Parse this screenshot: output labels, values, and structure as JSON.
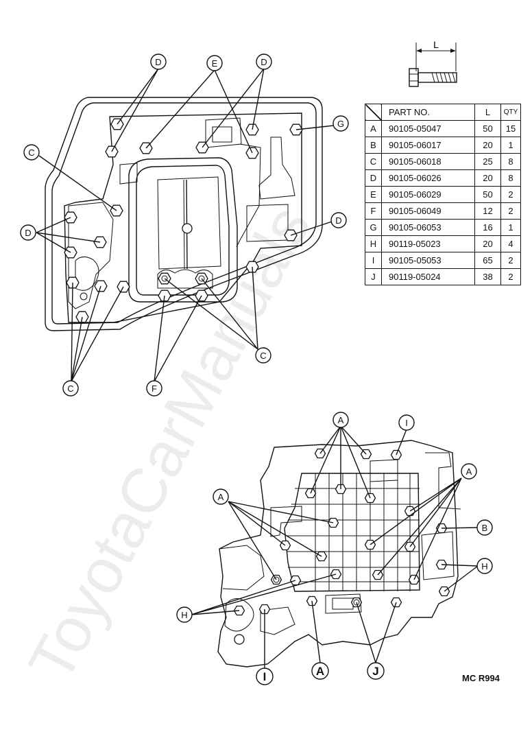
{
  "watermark": "ToyotaCarManuals",
  "dimension_label": "L",
  "table": {
    "headers": {
      "part_no": "PART NO.",
      "length": "L",
      "qty": "QTY"
    },
    "rows": [
      {
        "key": "A",
        "part": "90105-05047",
        "length": "50",
        "qty": "15"
      },
      {
        "key": "B",
        "part": "90105-06017",
        "length": "20",
        "qty": "1"
      },
      {
        "key": "C",
        "part": "90105-06018",
        "length": "25",
        "qty": "8"
      },
      {
        "key": "D",
        "part": "90105-06026",
        "length": "20",
        "qty": "8"
      },
      {
        "key": "E",
        "part": "90105-06029",
        "length": "50",
        "qty": "2"
      },
      {
        "key": "F",
        "part": "90105-06049",
        "length": "12",
        "qty": "2"
      },
      {
        "key": "G",
        "part": "90105-06053",
        "length": "16",
        "qty": "1"
      },
      {
        "key": "H",
        "part": "90119-05023",
        "length": "20",
        "qty": "4"
      },
      {
        "key": "I",
        "part": "90105-05053",
        "length": "65",
        "qty": "2"
      },
      {
        "key": "J",
        "part": "90119-05024",
        "length": "38",
        "qty": "2"
      }
    ]
  },
  "labels": {
    "a": "A",
    "b": "B",
    "c": "C",
    "d": "D",
    "e": "E",
    "f": "F",
    "g": "G",
    "h": "H",
    "i": "I",
    "j": "J"
  },
  "reference_code": "MC R994"
}
